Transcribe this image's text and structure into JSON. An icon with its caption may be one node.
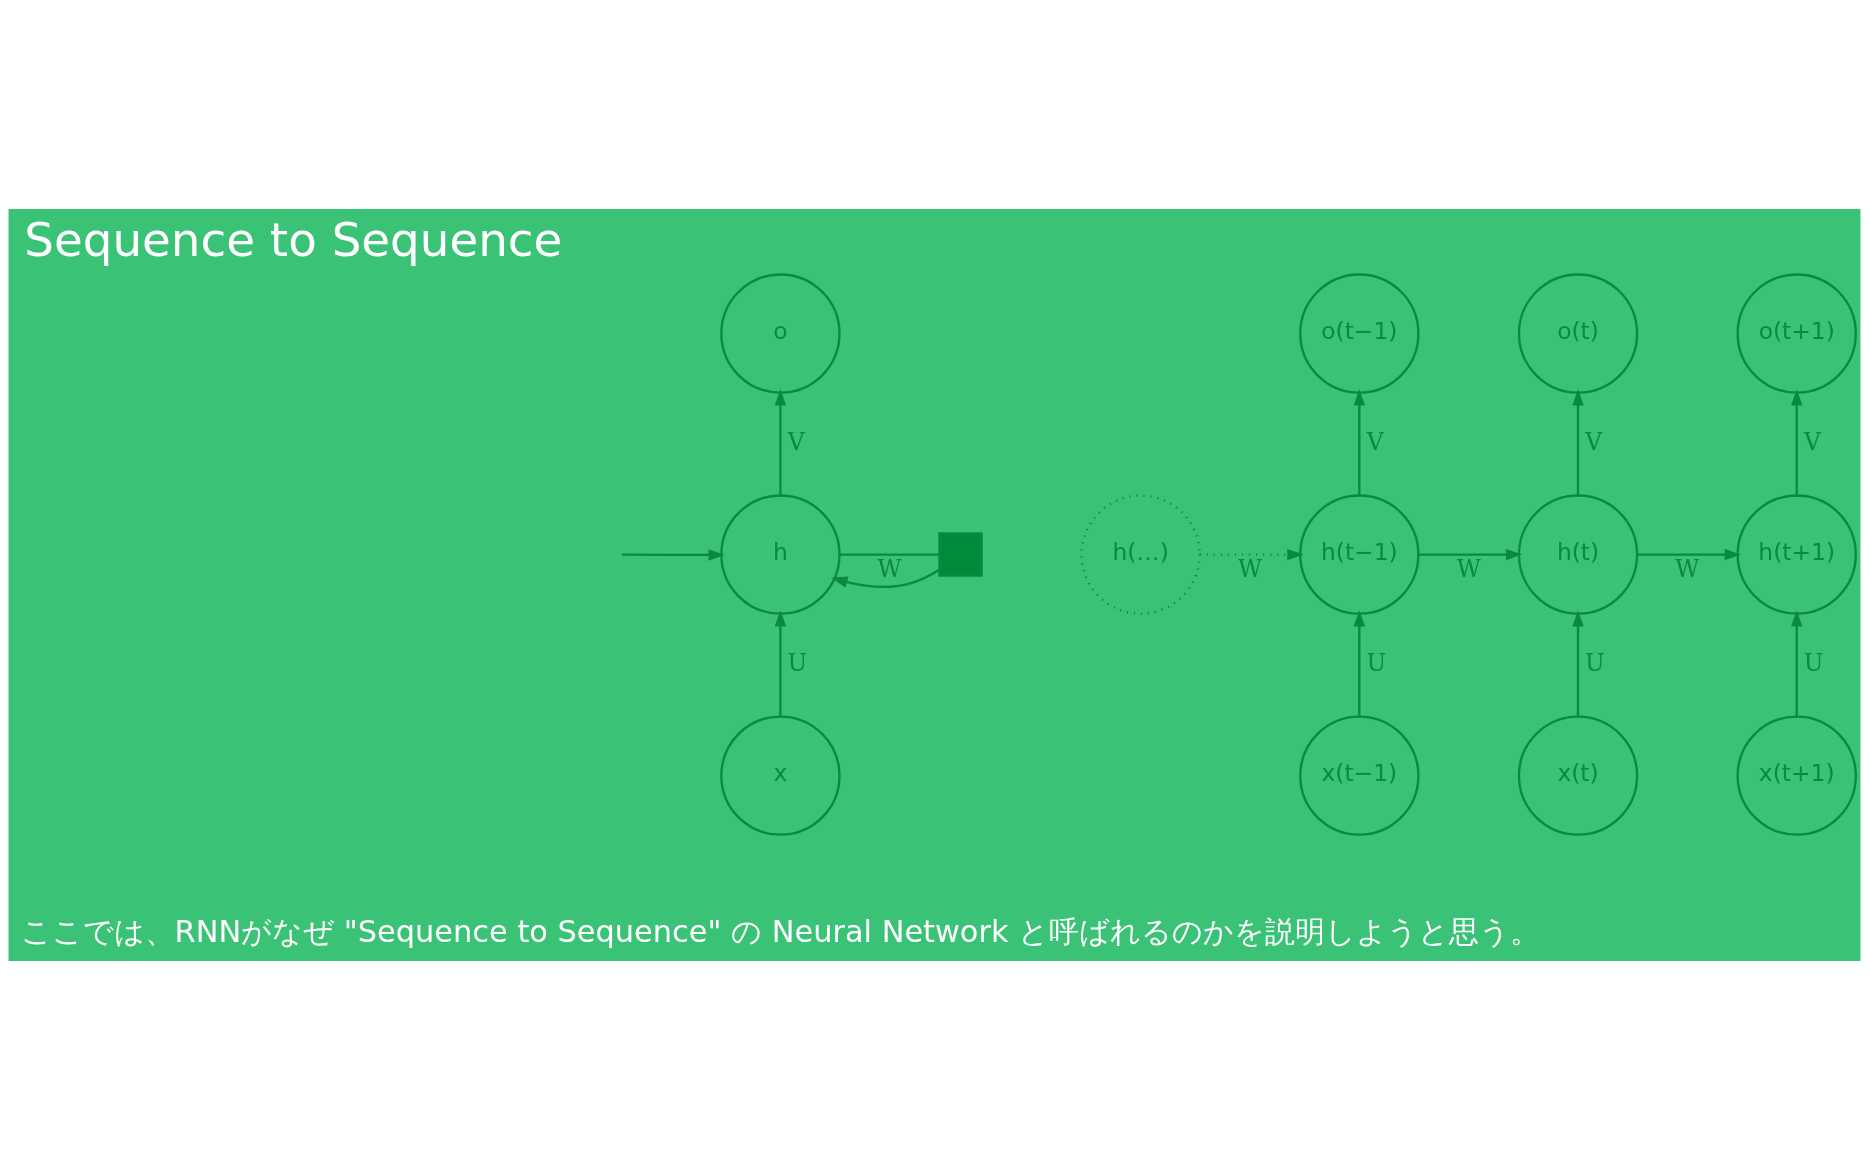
{
  "diagram": {
    "title": "Sequence to Sequence",
    "caption": "ここでは、RNNがなぜ \"Sequence to Sequence\" の Neural Network と呼ばれるのかを説明しようと思う。",
    "nodes": [
      {
        "text": [
          "o"
        ]
      },
      {
        "text": [
          "h"
        ]
      },
      {
        "text": [],
        "shape": "box"
      },
      {
        "text": [
          "x"
        ]
      },
      {
        "text": [
          "h(…)"
        ]
      },
      {
        "text": [
          "o(t−1)"
        ]
      },
      {
        "text": [
          "h(t−1)"
        ]
      },
      {
        "text": [
          "x(t−1)"
        ]
      },
      {
        "text": [
          "o(t)"
        ]
      },
      {
        "text": [
          "h(t)"
        ]
      },
      {
        "text": [
          "x(t)"
        ]
      },
      {
        "text": [
          "o(t+1)"
        ]
      },
      {
        "text": [
          "h(t+1)"
        ]
      },
      {
        "text": [
          "x(t+1)"
        ]
      }
    ],
    "edges": [
      {
        "from": null,
        "to": 1,
        "arrow": "to"
      },
      {
        "from": 3,
        "to": 1,
        "arrow": "to",
        "label": "U"
      },
      {
        "from": 1,
        "to": 0,
        "arrow": "to",
        "label": "V"
      },
      {
        "from": 1,
        "to": 2,
        "arrow": "none",
        "label": "W"
      },
      {
        "from": 2,
        "to": 1,
        "arrow": "to"
      },
      {
        "from": 4,
        "to": 6,
        "arrow": "to",
        "label": "W",
        "style": "dashed"
      },
      {
        "from": 6,
        "to": 9,
        "arrow": "to",
        "label": "W"
      },
      {
        "from": 9,
        "to": 12,
        "arrow": "to",
        "label": "W"
      },
      {
        "from": 7,
        "to": 6,
        "arrow": "to",
        "label": "U"
      },
      {
        "from": 6,
        "to": 5,
        "arrow": "to",
        "label": "V"
      },
      {
        "from": 10,
        "to": 9,
        "arrow": "to",
        "label": "U"
      },
      {
        "from": 9,
        "to": 8,
        "arrow": "to",
        "label": "V"
      },
      {
        "from": 13,
        "to": 12,
        "arrow": "to",
        "label": "U"
      },
      {
        "from": 12,
        "to": 11,
        "arrow": "to",
        "label": "V"
      }
    ]
  }
}
